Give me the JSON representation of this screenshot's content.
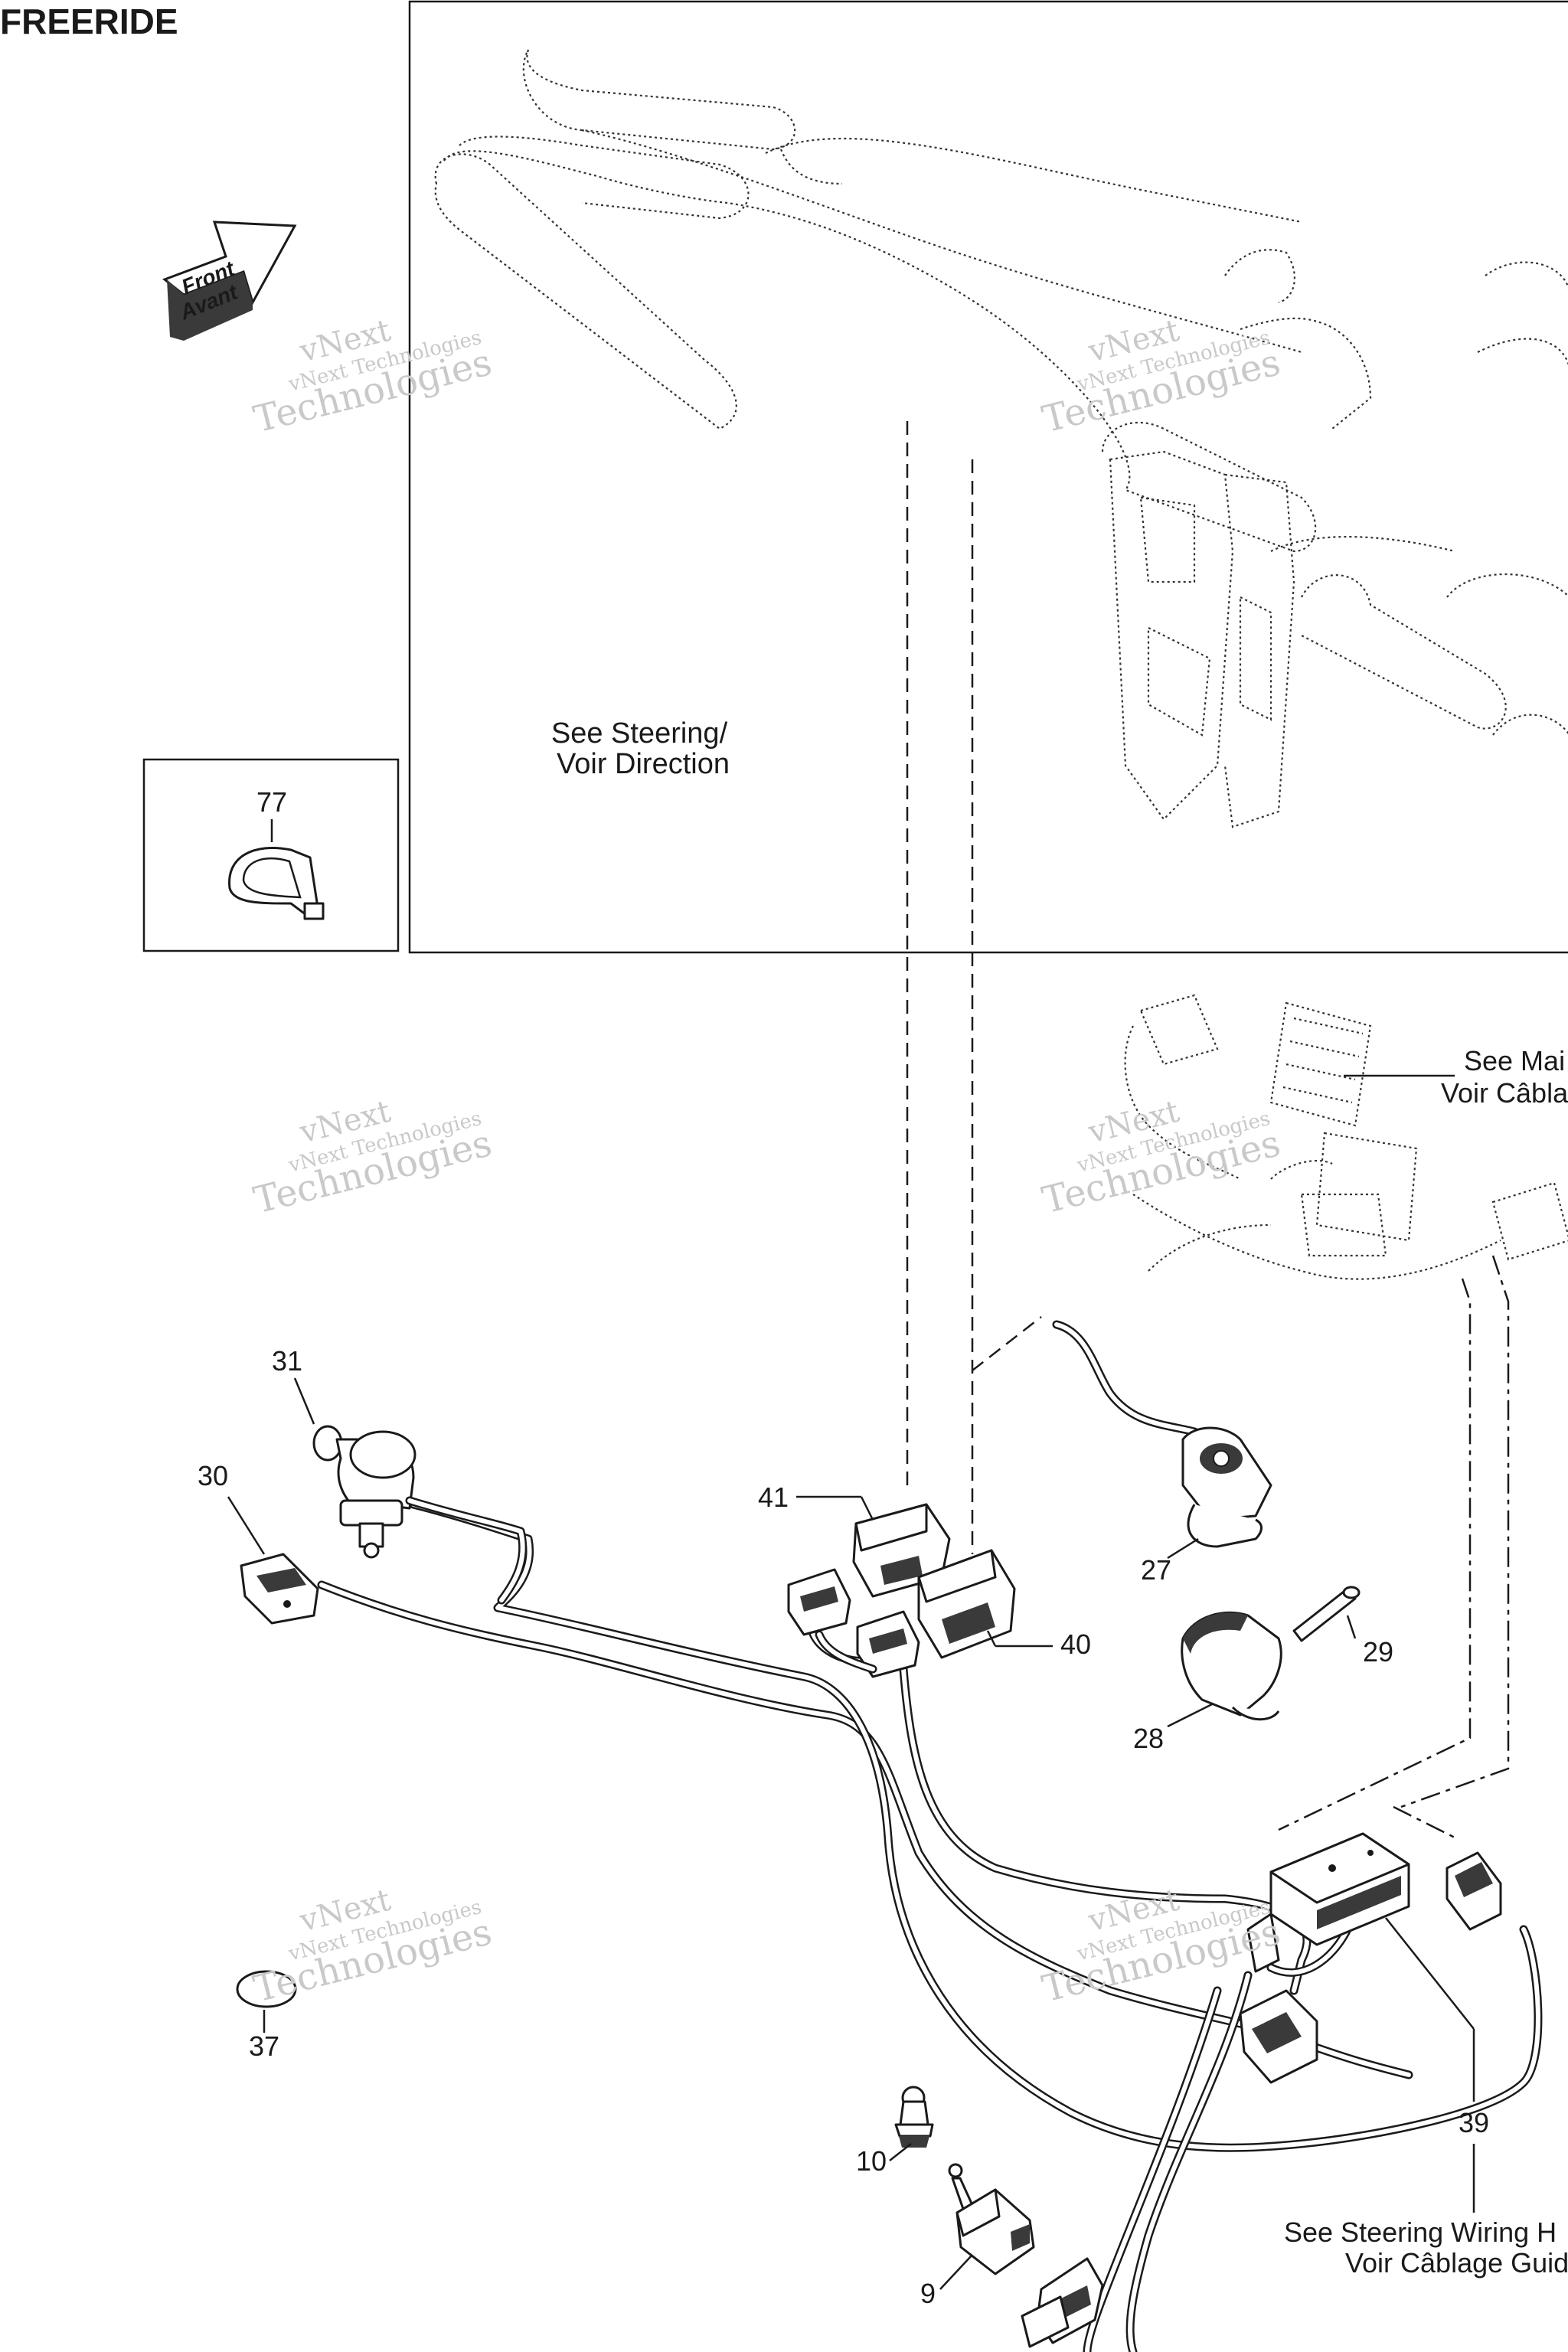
{
  "title": "FREERIDE",
  "front_arrow": {
    "line1": "Front",
    "line2": "Avant"
  },
  "watermark": {
    "line1": "vNext",
    "line2": "vNext Technologies",
    "line3": "Technologies"
  },
  "notes": {
    "steering": {
      "line1": "See Steering/",
      "line2": "Voir Direction"
    },
    "main_harness": {
      "line1": "See Mai",
      "line2": "Voir Câbla"
    },
    "steering_wiring": {
      "line1": "See Steering Wiring H",
      "line2": "Voir Câblage Guid"
    }
  },
  "callouts": {
    "p77": "77",
    "p31": "31",
    "p30": "30",
    "p41": "41",
    "p40": "40",
    "p27": "27",
    "p29": "29",
    "p28": "28",
    "p37": "37",
    "p10": "10",
    "p9": "9",
    "p39": "39"
  },
  "colors": {
    "ink": "#1a1a1a",
    "watermark": "#c9c9c9",
    "background": "#ffffff"
  }
}
